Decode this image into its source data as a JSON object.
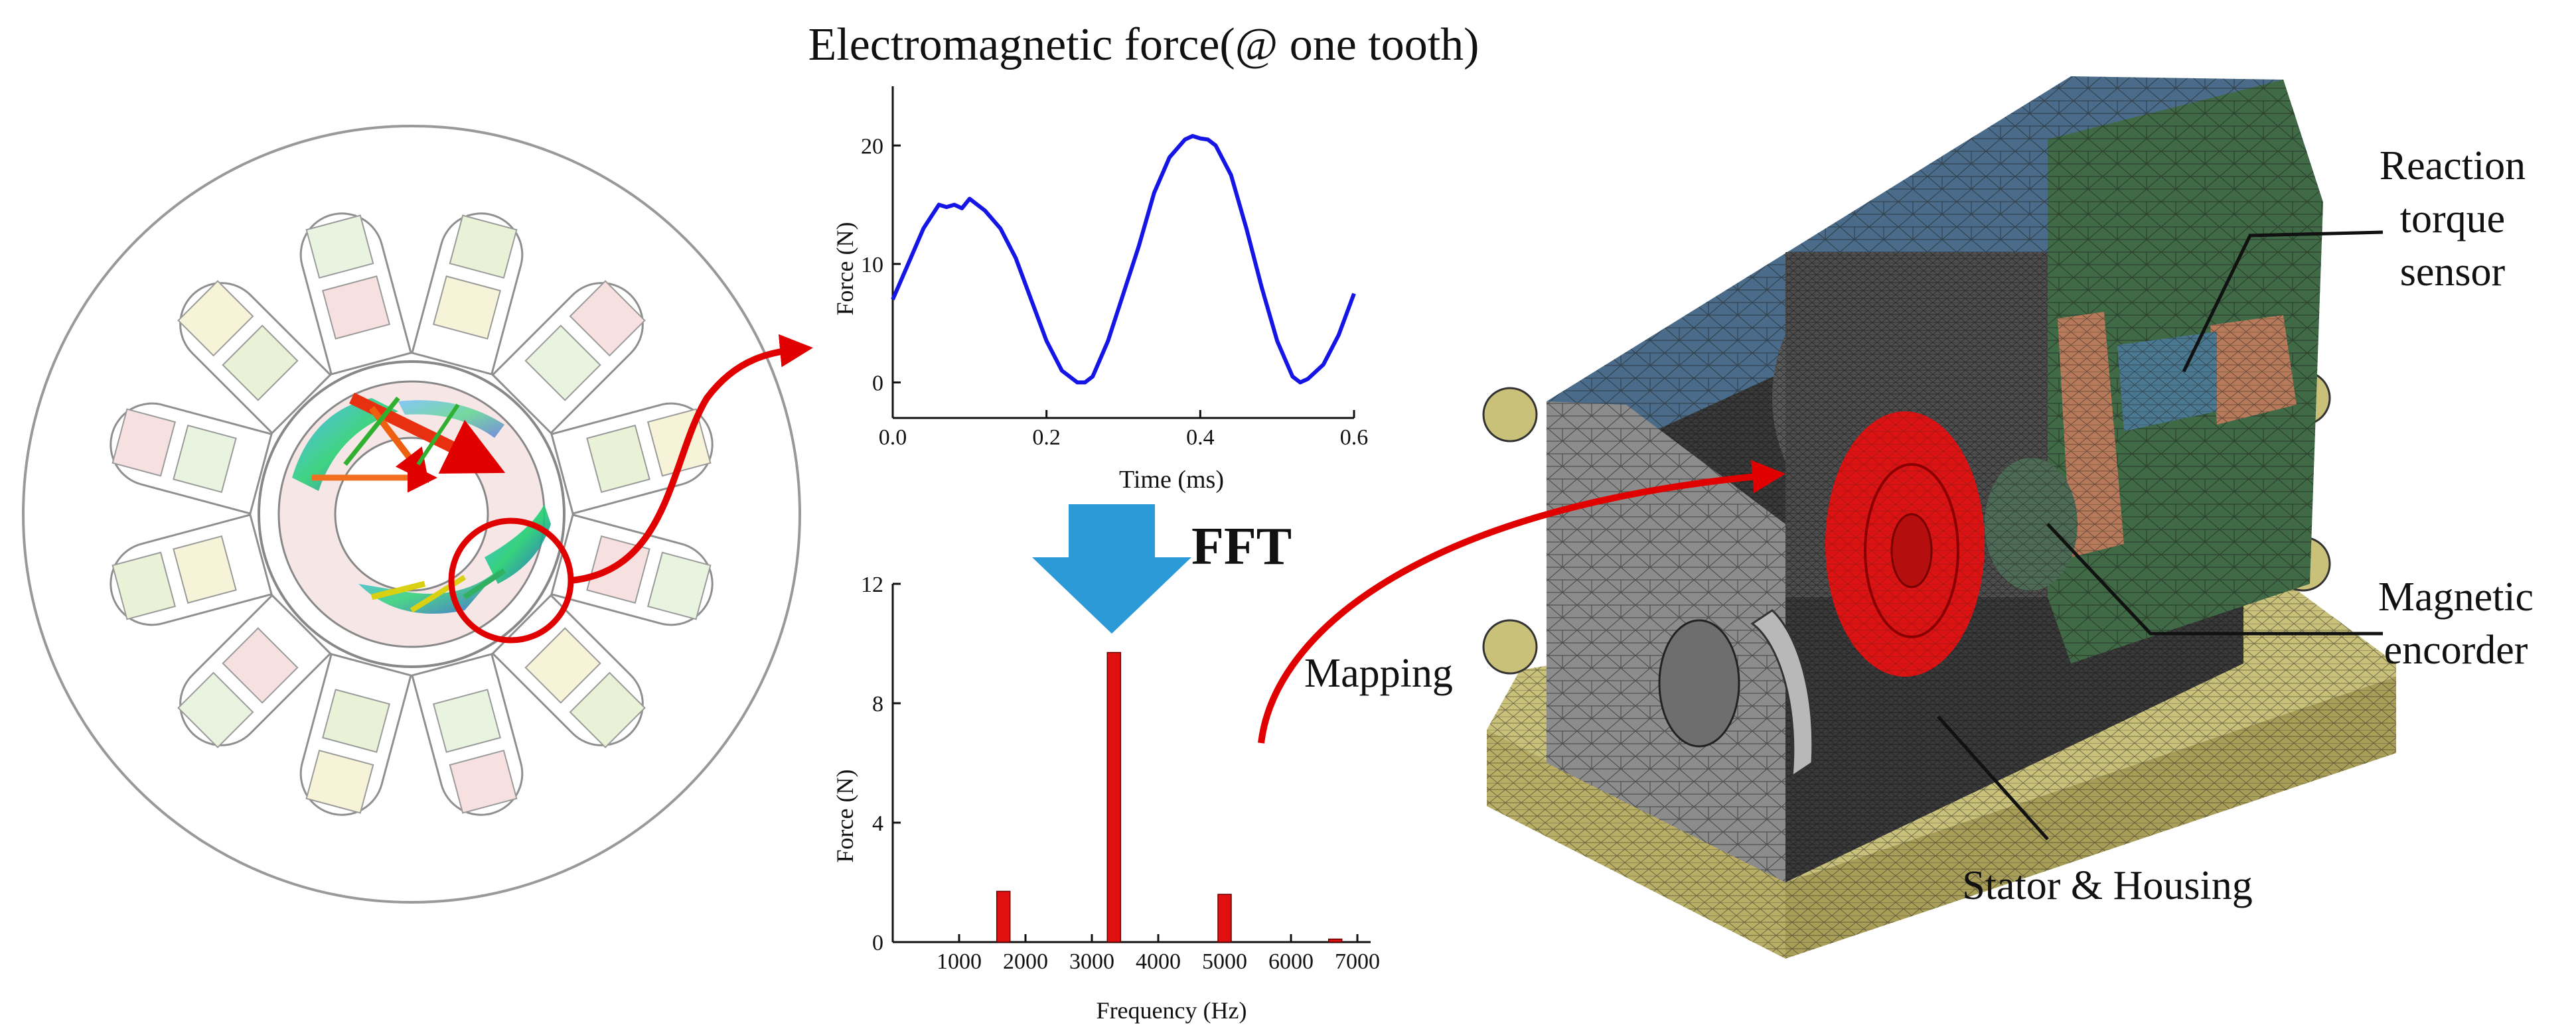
{
  "time_chart": {
    "title": "Electromagnetic force(@ one tooth)",
    "xlabel": "Time (ms)",
    "ylabel": "Force (N)"
  },
  "fft_label": "FFT",
  "freq_chart": {
    "xlabel": "Frequency (Hz)",
    "ylabel": "Force (N)"
  },
  "labels": {
    "mapping": "Mapping",
    "reaction_line1": "Reaction",
    "reaction_line2": "torque",
    "reaction_line3": "sensor",
    "encoder_line1": "Magnetic",
    "encoder_line2": "encorder",
    "stator": "Stator & Housing"
  },
  "colors": {
    "curve": "#1515e6",
    "bars": "#e01010",
    "arrow_red": "#e00000",
    "fft_arrow": "#2c9ad6",
    "mesh_blue": "#4a6c8a",
    "mesh_green": "#3f6a45",
    "mesh_yellow": "#c9c07a",
    "mesh_gray": "#8c8c8c",
    "rotor_red": "#dd1212"
  },
  "chart_data": [
    {
      "type": "line",
      "title": "",
      "xlabel": "Time (ms)",
      "ylabel": "Force (N)",
      "xlim": [
        0,
        0.6
      ],
      "ylim": [
        -3,
        25
      ],
      "xticks": [
        0.0,
        0.2,
        0.4,
        0.6
      ],
      "xtick_labels": [
        "0.0",
        "0.2",
        "0.4",
        "0.6"
      ],
      "yticks": [
        0,
        10,
        20
      ],
      "ytick_labels": [
        "0",
        "10",
        "20"
      ],
      "grid": false,
      "legend": "none",
      "series": [
        {
          "x": [
            0.0,
            0.02,
            0.04,
            0.06,
            0.07,
            0.08,
            0.09,
            0.1,
            0.12,
            0.14,
            0.16,
            0.18,
            0.2,
            0.22,
            0.24,
            0.25,
            0.26,
            0.28,
            0.3,
            0.32,
            0.34,
            0.36,
            0.38,
            0.39,
            0.4,
            0.41,
            0.42,
            0.44,
            0.46,
            0.48,
            0.5,
            0.52,
            0.53,
            0.54,
            0.56,
            0.58,
            0.6
          ],
          "y": [
            7,
            10,
            13,
            15,
            14.8,
            15,
            14.7,
            15.5,
            14.5,
            13,
            10.5,
            7,
            3.5,
            1,
            0,
            0,
            0.5,
            3.5,
            7.5,
            11.5,
            16,
            19,
            20.5,
            20.8,
            20.6,
            20.5,
            20,
            17.5,
            13,
            8,
            3.5,
            0.5,
            0,
            0.3,
            1.5,
            4,
            7.5
          ]
        }
      ]
    },
    {
      "type": "bar",
      "title": "",
      "xlabel": "Frequency (Hz)",
      "ylabel": "Force (N)",
      "xlim": [
        0,
        7200
      ],
      "ylim": [
        0,
        12
      ],
      "xticks": [
        1000,
        2000,
        3000,
        4000,
        5000,
        6000,
        7000
      ],
      "xtick_labels": [
        "1000",
        "2000",
        "3000",
        "4000",
        "5000",
        "6000",
        "7000"
      ],
      "yticks": [
        0,
        4,
        8,
        12
      ],
      "ytick_labels": [
        "0",
        "4",
        "8",
        "12"
      ],
      "grid": false,
      "legend": "none",
      "x": [
        1667,
        3333,
        5000,
        6667
      ],
      "values": [
        1.7,
        9.7,
        1.6,
        0.1
      ]
    }
  ]
}
